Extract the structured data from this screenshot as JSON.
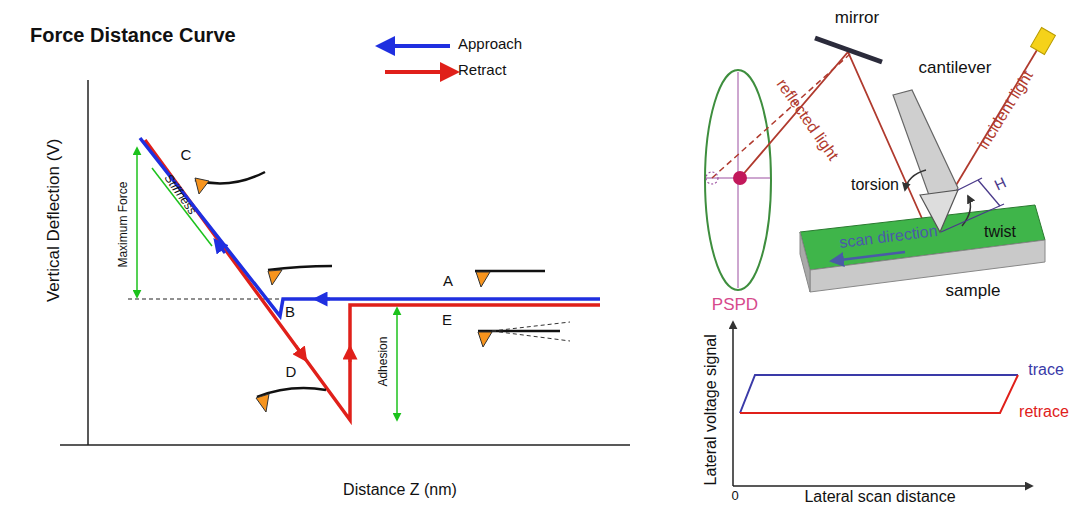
{
  "diagram": {
    "title": "Force Distance Curve",
    "labels": [
      "Vertical Deflection (V)",
      "Distance Z (nm)",
      "C",
      "Stiffness",
      "Maximum Force",
      "A",
      "B",
      "E",
      "D",
      "Adhesion",
      "mirror",
      "cantilever",
      "reflected light",
      "incident light",
      "PSPD",
      "torsion",
      "H",
      "twist",
      "scan direction",
      "sample",
      "Lateral voltage signal",
      "0",
      "Lateral scan distance",
      "trace",
      "retrace"
    ],
    "legend": [
      {
        "text": "Approach"
      },
      {
        "text": "Retract"
      }
    ]
  }
}
